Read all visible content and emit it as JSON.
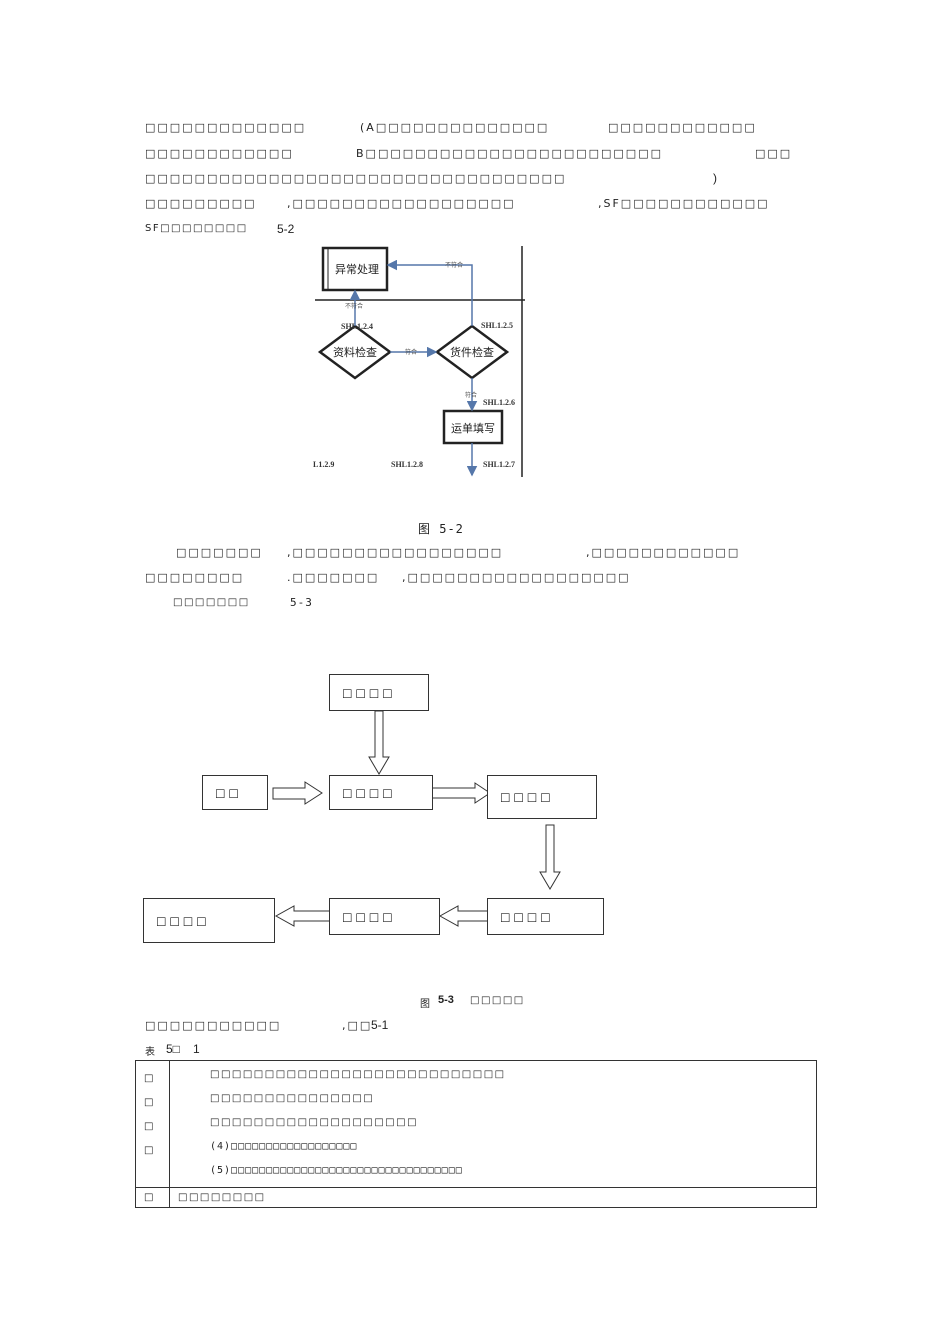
{
  "paragraph1": {
    "l1a": "□□□□□□□□□□□□□",
    "l1b": "(A□□□□□□□□□□□□□□",
    "l1c": "□□□□□□□□□□□□",
    "l2a": "□□□□□□□□□□□□",
    "l2b": "B□□□□□□□□□□□□□□□□□□□□□□□□",
    "l2c": "□□□",
    "l3a": "□□□□□□□□□□□□□□□□□□□□□□□□□□□□□□□□□□",
    "l3b": ")",
    "l4a": "□□□□□□□□□",
    "l4b": ",□□□□□□□□□□□□□□□□□□",
    "l4c": ",SF□□□□□□□□□□□□",
    "l5a": "SF□□□□□□□□",
    "l5b": "5-2"
  },
  "flowchart1": {
    "exception_box": "异常处理",
    "doc_check": "资料检查",
    "goods_check": "货件检查",
    "waybill_fill": "运单填写",
    "not_match_1": "不符合",
    "not_match_2": "不符合",
    "match_1": "符合",
    "match_2": "符合",
    "code_124": "SHL1.2.4",
    "code_125": "SHL1.2.5",
    "code_126": "SHL1.2.6",
    "code_127": "SHL1.2.7",
    "code_128": "SHL1.2.8",
    "code_129": "L1.2.9"
  },
  "caption1": "图 5-2",
  "paragraph2": {
    "l1a": "□□□□□□□",
    "l1b": ",□□□□□□□□□□□□□□□□□",
    "l1c": ",□□□□□□□□□□□□",
    "l2a": "□□□□□□□□",
    "l2b": ".□□□□□□□",
    "l2c": ",□□□□□□□□□□□□□□□□□□",
    "l3a": "□□□□□□□",
    "l3b": "5-3"
  },
  "flowchart2": {
    "top": "□□□□",
    "left": "□□",
    "center": "□□□□",
    "right": "□□□□",
    "bottom_right": "□□□□",
    "bottom_mid": "□□□□",
    "bottom_left": "□□□□"
  },
  "caption2": {
    "prefix": "图",
    "num": "5-3",
    "title": "□□□□□"
  },
  "paragraph3": {
    "a": "□□□□□□□□□□□",
    "b": ",□□",
    "c": "5-1"
  },
  "table_label": {
    "a": "表",
    "b": "5□",
    "c": "1"
  },
  "table": {
    "left_col": [
      "□",
      "□",
      "□",
      "□"
    ],
    "lines": [
      "□□□□□□□□□□□□□□□□□□□□□□□□□□□",
      "□□□□□□□□□□□□□□□",
      "□□□□□□□□□□□□□□□□□□□",
      "(4)□□□□□□□□□□□□□□□□□□",
      "(5)□□□□□□□□□□□□□□□□□□□□□□□□□□□□□□□□□"
    ],
    "last_left": "□",
    "last_right": "□□□□□□□□"
  }
}
